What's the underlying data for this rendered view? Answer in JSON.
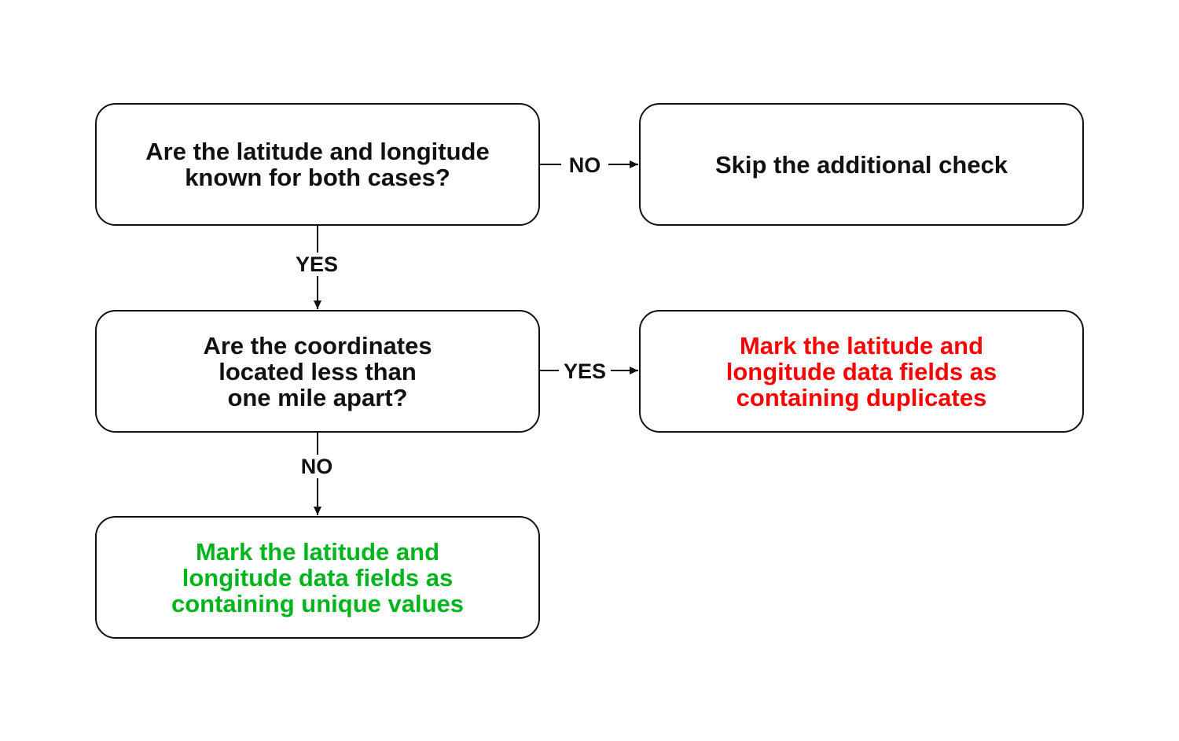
{
  "colors": {
    "text": "#111111",
    "border": "#111111",
    "duplicates": "#ff0000",
    "unique": "#00b41e"
  },
  "nodes": {
    "q1": {
      "text": "Are the latitude and longitude\nknown for both cases?"
    },
    "skip": {
      "text": "Skip the additional check"
    },
    "q2": {
      "text": "Are the coordinates\nlocated less than\none mile apart?"
    },
    "duplicates": {
      "text": "Mark the latitude and\nlongitude data fields as\ncontaining duplicates"
    },
    "unique": {
      "text": "Mark the latitude and\nlongitude data fields as\ncontaining unique values"
    }
  },
  "edges": {
    "q1_to_skip": {
      "label": "NO"
    },
    "q1_to_q2": {
      "label": "YES"
    },
    "q2_to_duplicates": {
      "label": "YES"
    },
    "q2_to_unique": {
      "label": "NO"
    }
  }
}
